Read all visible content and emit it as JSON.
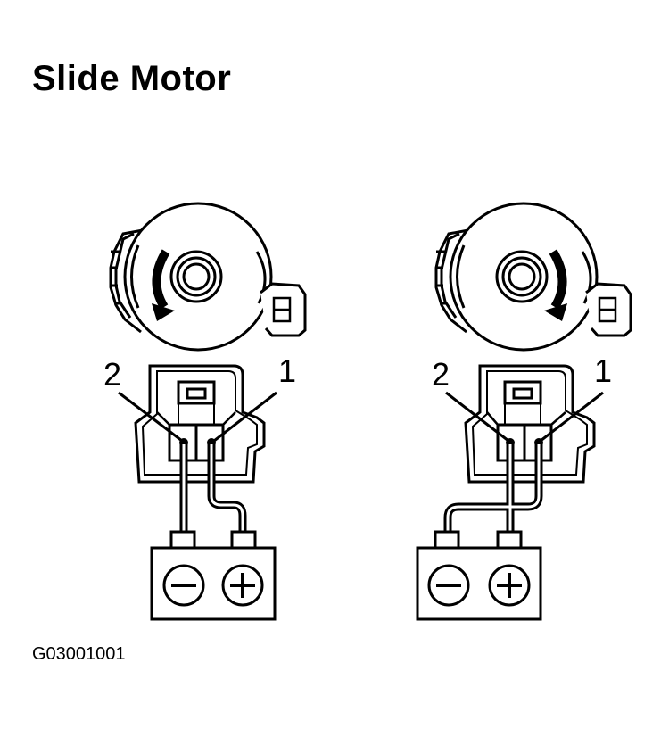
{
  "title": "Slide Motor",
  "figure_id": "G03001001",
  "diagrams": [
    {
      "name": "left",
      "rotation": "counterclockwise",
      "terminal_labels": {
        "left": "2",
        "right": "1"
      },
      "battery": {
        "negative_symbol": "−",
        "positive_symbol": "+"
      },
      "wiring": "terminal-2-to-negative, terminal-1-to-positive"
    },
    {
      "name": "right",
      "rotation": "clockwise",
      "terminal_labels": {
        "left": "2",
        "right": "1"
      },
      "battery": {
        "negative_symbol": "−",
        "positive_symbol": "+"
      },
      "wiring": "terminal-2-to-positive, terminal-1-to-negative"
    }
  ]
}
